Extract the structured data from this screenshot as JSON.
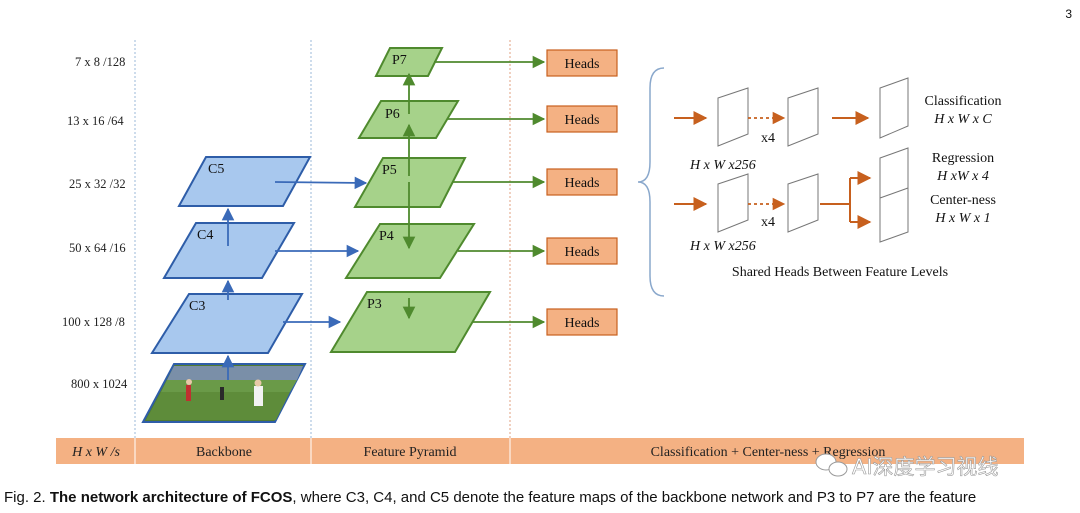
{
  "page_number": "3",
  "sizes": [
    "7 x 8 /128",
    "13 x 16 /64",
    "25 x 32 /32",
    "50 x 64 /16",
    "100 x 128 /8",
    "800 x 1024"
  ],
  "backbone": [
    "C5",
    "C4",
    "C3"
  ],
  "pyramid": [
    "P7",
    "P6",
    "P5",
    "P4",
    "P3"
  ],
  "heads_label": "Heads",
  "shared": {
    "dim1": "H x W x256",
    "dim2": "H x W x256",
    "x4a": "x4",
    "x4b": "x4",
    "classification": "Classification",
    "class_dim": "H x W x C",
    "regression": "Regression",
    "reg_dim": "H xW x 4",
    "centerness": "Center-ness",
    "cn_dim": "H x W x 1",
    "title": "Shared Heads Between Feature Levels"
  },
  "bar": {
    "hws": "H x W /s",
    "backbone": "Backbone",
    "pyramid": "Feature Pyramid",
    "cls": "Classification + Center-ness + Regression"
  },
  "watermark": "AI深度学习视线",
  "caption": {
    "prefix": "Fig. 2.",
    "bold": "The network architecture of FCOS",
    "rest": ", where C3, C4, and C5 denote the feature maps of the backbone network and P3 to P7 are the feature"
  },
  "colors": {
    "blue_fill": "#a8c8ee",
    "blue_stroke": "#2e5da8",
    "green_fill": "#a6d28a",
    "green_stroke": "#4f8a2e",
    "head_fill": "#f4b183",
    "orange": "#c7601e",
    "bar_fill": "#f4b183"
  }
}
